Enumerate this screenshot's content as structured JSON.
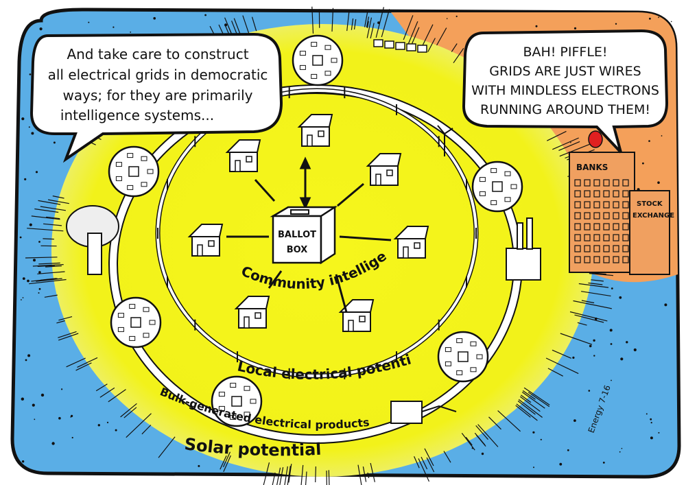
{
  "speech_left": {
    "lines": [
      "And take care to construct",
      "all electrical grids in democratic",
      "ways; for they are primarily",
      "intelligence systems..."
    ]
  },
  "speech_right": {
    "lines": [
      "BAH! PIFFLE!",
      "GRIDS ARE JUST WIRES",
      "WITH MINDLESS ELECTRONS",
      "RUNNING AROUND THEM!"
    ]
  },
  "ballot_box": {
    "line1": "BALLOT",
    "line2": "BOX"
  },
  "labels": {
    "community": "Community intelligence",
    "local": "Local electrical potential",
    "bulk": "Bulk-generated electrical products",
    "solar": "Solar potential"
  },
  "buildings": {
    "banks": "BANKS",
    "stock_line1": "STOCK",
    "stock_line2": "EXCHANGE"
  },
  "signature": "Energy 7-16",
  "colors": {
    "sea": "#5aaee6",
    "sun": "#f2f21a",
    "orange": "#f4a05a",
    "ink": "#111111",
    "house_fill": "#ffffff",
    "balloon": "#e02020"
  }
}
